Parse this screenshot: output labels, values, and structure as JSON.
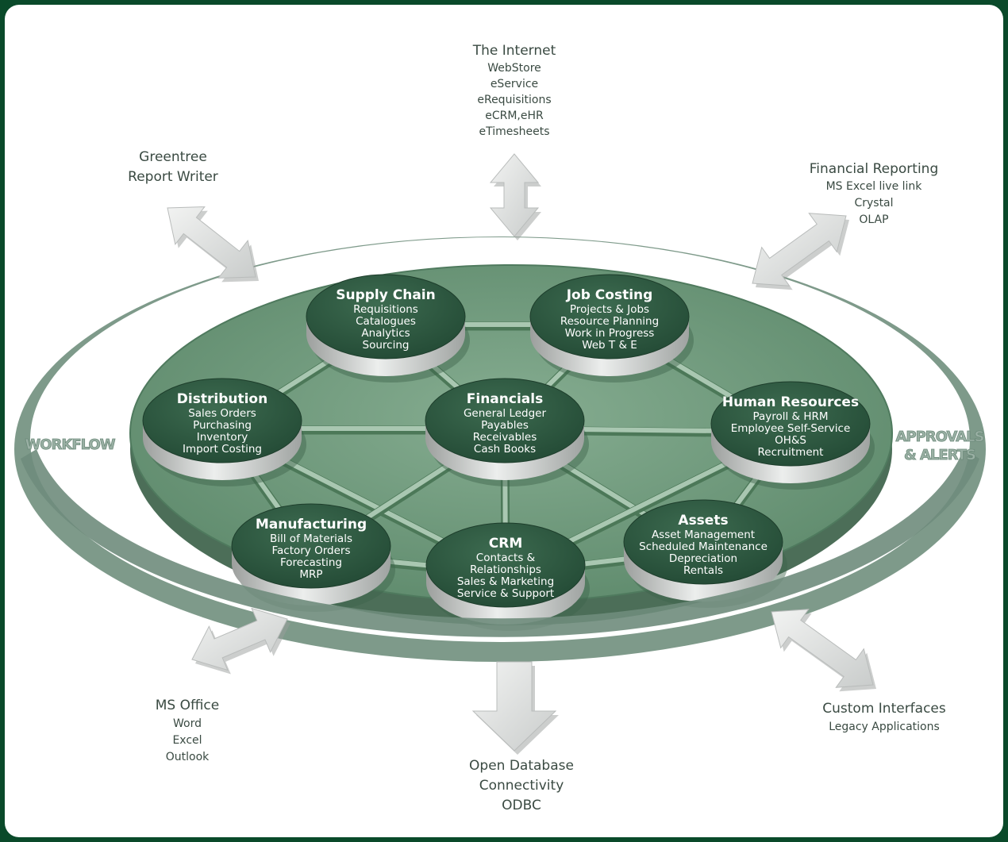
{
  "external": {
    "internet": {
      "title": "The Internet",
      "items": [
        "WebStore",
        "eService",
        "eRequisitions",
        "eCRM,eHR",
        "eTimesheets"
      ]
    },
    "report_writer": {
      "lines": [
        "Greentree",
        "Report Writer"
      ]
    },
    "financial_reporting": {
      "title": "Financial Reporting",
      "items": [
        "MS Excel live link",
        "Crystal",
        "OLAP"
      ]
    },
    "ms_office": {
      "title": "MS Office",
      "items": [
        "Word",
        "Excel",
        "Outlook"
      ]
    },
    "odbc": {
      "lines": [
        "Open Database",
        "Connectivity",
        "ODBC"
      ]
    },
    "custom_interfaces": {
      "title": "Custom Interfaces",
      "items": [
        "Legacy Applications"
      ]
    }
  },
  "band_labels": {
    "workflow": "WORKFLOW",
    "approvals": [
      "APPROVALS",
      "& ALERTS"
    ]
  },
  "modules": {
    "supply_chain": {
      "title": "Supply Chain",
      "items": [
        "Requisitions",
        "Catalogues",
        "Analytics",
        "Sourcing"
      ]
    },
    "job_costing": {
      "title": "Job Costing",
      "items": [
        "Projects & Jobs",
        "Resource Planning",
        "Work in Progress",
        "Web T & E"
      ]
    },
    "distribution": {
      "title": "Distribution",
      "items": [
        "Sales Orders",
        "Purchasing",
        "Inventory",
        "Import Costing"
      ]
    },
    "financials": {
      "title": "Financials",
      "items": [
        "General Ledger",
        "Payables",
        "Receivables",
        "Cash Books"
      ]
    },
    "human_resources": {
      "title": "Human Resources",
      "items": [
        "Payroll & HRM",
        "Employee Self-Service",
        "OH&S",
        "Recruitment"
      ]
    },
    "manufacturing": {
      "title": "Manufacturing",
      "items": [
        "Bill of Materials",
        "Factory Orders",
        "Forecasting",
        "MRP"
      ]
    },
    "crm": {
      "title": "CRM",
      "items": [
        "Contacts &",
        "Relationships",
        "Sales & Marketing",
        "Service & Support"
      ]
    },
    "assets": {
      "title": "Assets",
      "items": [
        "Asset Management",
        "Scheduled Maintenance",
        "Depreciation",
        "Rentals"
      ]
    }
  },
  "colors": {
    "frame": "#0a4a2a",
    "platform": "#6f9a7c",
    "module_face": "#2f5a42",
    "ring": "#7e9a8a",
    "arrow": "#e2e4e3",
    "text": "#3a4a42"
  }
}
